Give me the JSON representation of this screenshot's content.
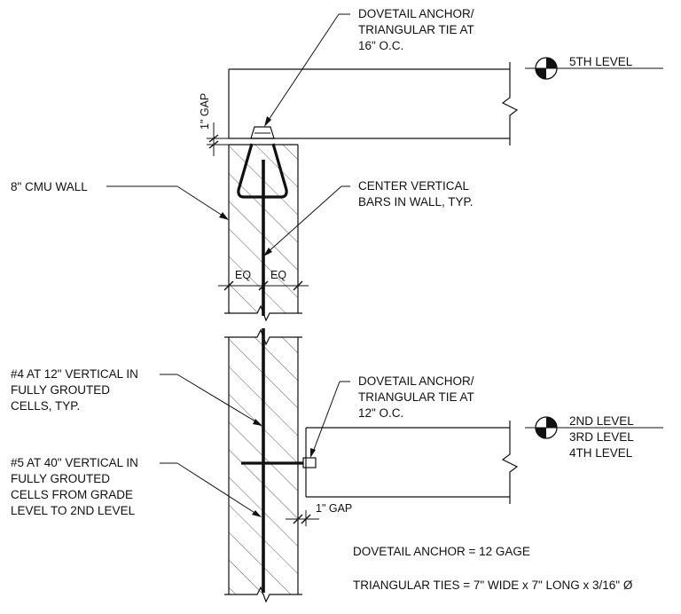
{
  "notes": {
    "top_anchor": [
      "DOVETAIL ANCHOR/",
      "TRIANGULAR TIE AT",
      "16\" O.C."
    ],
    "cmu_wall": "8\" CMU WALL",
    "center_bars": [
      "CENTER VERTICAL",
      "BARS IN WALL, TYP."
    ],
    "gap_top": "1\" GAP",
    "eq_left": "EQ",
    "eq_right": "EQ",
    "bar4": [
      "#4 AT 12\" VERTICAL IN",
      "FULLY GROUTED",
      "CELLS, TYP."
    ],
    "bar5": [
      "#5 AT 40\" VERTICAL IN",
      "FULLY GROUTED",
      "CELLS FROM GRADE",
      "LEVEL TO 2ND LEVEL"
    ],
    "bottom_anchor": [
      "DOVETAIL ANCHOR/",
      "TRIANGULAR TIE AT",
      "12\" O.C."
    ],
    "gap_bottom": "1\" GAP",
    "dovetail_spec": "DOVETAIL ANCHOR = 12 GAGE",
    "tie_spec": "TRIANGULAR TIES = 7\" WIDE x 7\" LONG x 3/16\" Ø"
  },
  "levels": {
    "upper": "5TH LEVEL",
    "lower": [
      "2ND LEVEL",
      "3RD LEVEL",
      "4TH LEVEL"
    ]
  }
}
